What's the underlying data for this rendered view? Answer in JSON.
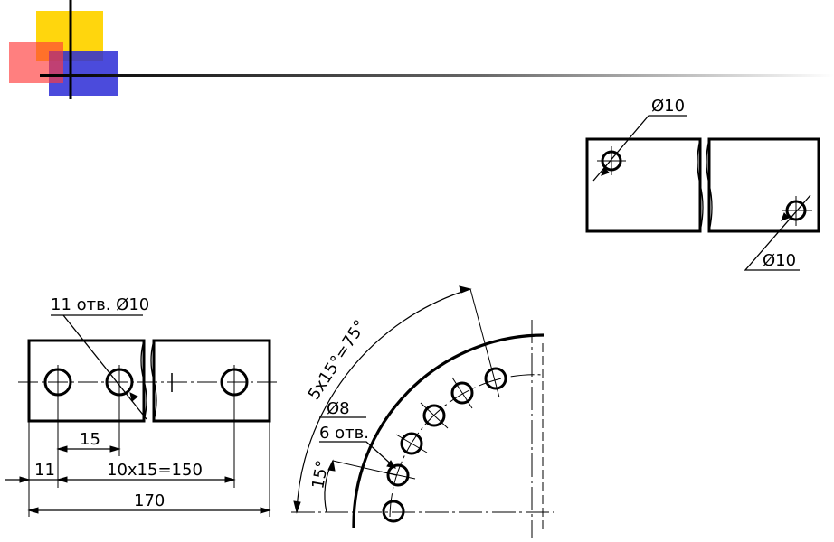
{
  "logo": {
    "colors": [
      "#ffd400",
      "#ff3b3b",
      "#2b2bd6"
    ]
  },
  "drawing_top_right": {
    "hole_label_top": "Ø10",
    "hole_label_bottom": "Ø10"
  },
  "drawing_strip": {
    "hole_callout": "11 отв. Ø10",
    "pitch_dim": "15",
    "edge_dim": "11",
    "pitch_total_dim": "10x15=150",
    "overall_dim": "170"
  },
  "drawing_arc": {
    "arc_dim": "5x15°=75°",
    "hole_diameter": "Ø8",
    "hole_count": "6 отв.",
    "angle_dim": "15°"
  },
  "colors": {
    "line": "#000000",
    "rule": "#000000"
  }
}
